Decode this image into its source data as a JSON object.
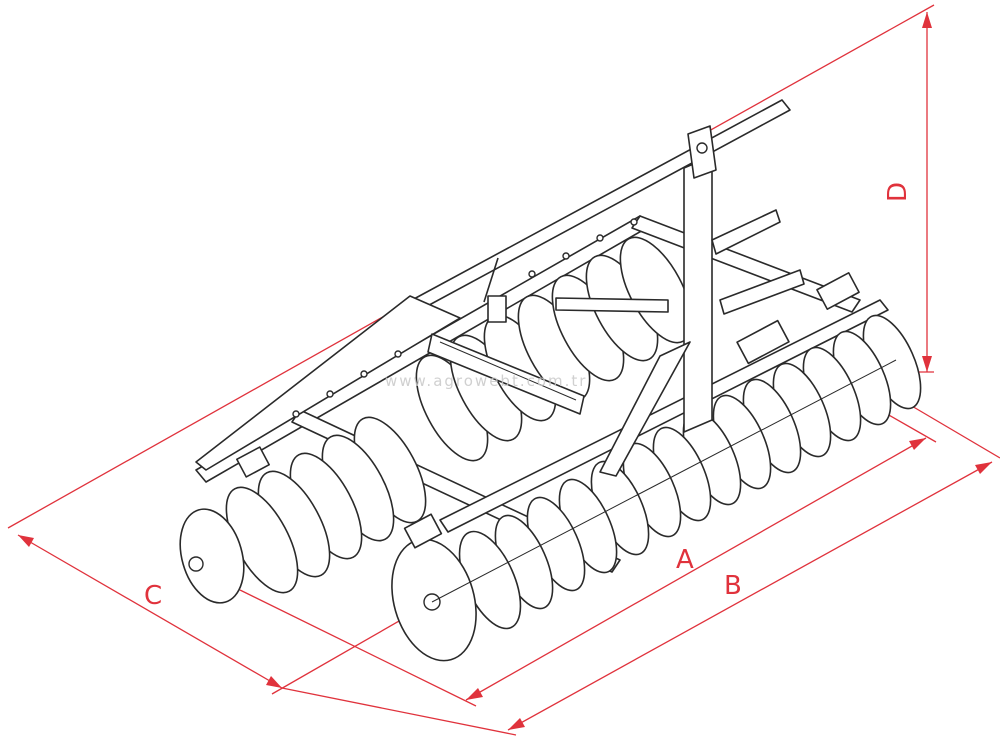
{
  "watermark": "www.agrowebt.com.tr",
  "dimensions": [
    {
      "id": "A",
      "label": "A"
    },
    {
      "id": "B",
      "label": "B"
    },
    {
      "id": "C",
      "label": "C"
    },
    {
      "id": "D",
      "label": "D"
    }
  ],
  "colors": {
    "dimension": "#e0323c",
    "outline": "#2a2a2a",
    "fill": "#ffffff"
  },
  "icons": [
    "disc-harrow-drawing"
  ]
}
